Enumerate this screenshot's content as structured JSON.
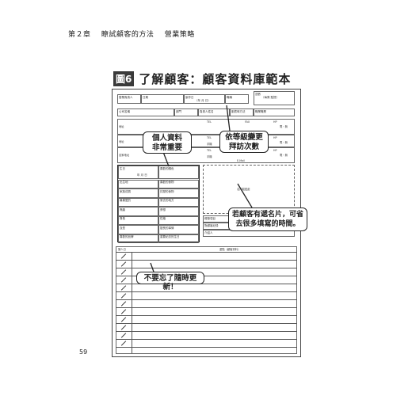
{
  "header": {
    "chapter": "第２章",
    "section": "瞭試顧客的方法",
    "subsection": "營業策略"
  },
  "figure": {
    "label": "圖6",
    "title": "了解顧客：顧客資料庫範本"
  },
  "form": {
    "top_row": [
      "營業負責人",
      "日期",
      "製作日",
      "（年 月 日）",
      "職稱",
      "週數",
      "（每周 點提）"
    ],
    "company_row": [
      "公司名稱",
      "部門",
      "負責人姓名",
      "副擔時方法",
      "職業職業"
    ],
    "address_rows": [
      {
        "label": "地址",
        "tel": "TEL",
        "fax": "FAX",
        "hp": "HP",
        "right": "電・無"
      },
      {
        "label": "地址",
        "tel": "TEL",
        "fax": "手機",
        "hp": "HP",
        "right": "電・無"
      },
      {
        "label": "自家地址",
        "tel": "TEL",
        "fax": "手機",
        "hp": "HP",
        "right": "電・無"
      }
    ],
    "email_label": "E-Mail",
    "personal_left": [
      "生日",
      "出生地",
      "家族成員",
      "最喜愛的",
      "興趣",
      "專長",
      "血型",
      "喜歡的品牌"
    ],
    "personal_right": [
      "喜歡的顏色",
      "喜歡的食物",
      "討厭的食物",
      "常去的地方",
      "夢想",
      "性格",
      "擅長的事情",
      "重要紀念的生日"
    ],
    "birthday_sub": "年 月 日",
    "card_area_label": "名片黏貼處",
    "mid_rows": [
      "經營項目",
      "對顧客紀錄",
      "介紹人"
    ],
    "history_header": {
      "left": "頭人日",
      "right": "重點（顧客資料）"
    }
  },
  "callouts": {
    "personal": "個人資料\n非常重要",
    "frequency": "依等級變更\n拜訪次數",
    "card": "若顧客有遞名片，可省\n去很多填寫的時間。",
    "update": "不要忘了隨時更新！"
  },
  "page_number": "59"
}
